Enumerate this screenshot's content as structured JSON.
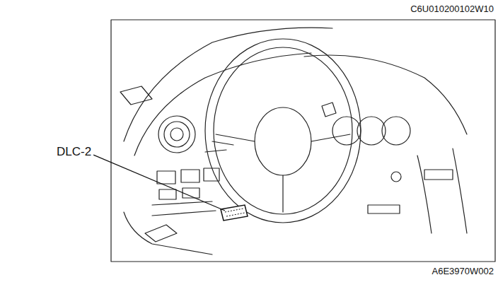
{
  "diagram": {
    "labels": [
      "C6U010200102W10",
      "DLC-2",
      "A6E3970W002"
    ]
  }
}
